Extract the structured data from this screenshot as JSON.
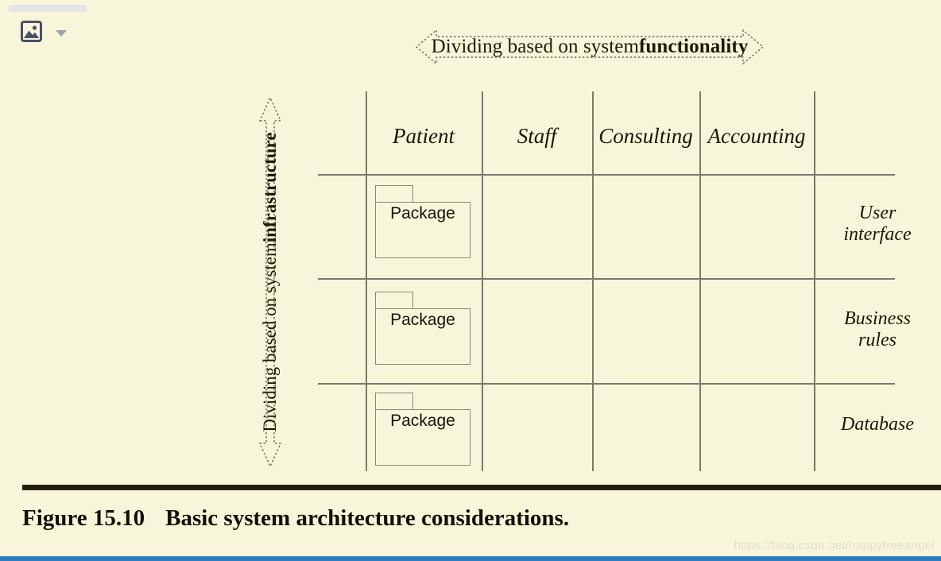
{
  "page": {
    "background_color": "#f8f6da",
    "footer_bar_color": "#2f7cc0",
    "rule_color": "#241f03",
    "grid_line_color": "#7c7a6c"
  },
  "chrome": {
    "image_icon_name": "image-placeholder-icon",
    "caret_icon_name": "chevron-down-icon"
  },
  "banners": {
    "horizontal": {
      "text_plain": "Dividing based on system functionality",
      "text_normal": "Dividing based on system ",
      "text_bold": "functionality"
    },
    "vertical": {
      "text_plain": "Dividing based on system infrastructure",
      "text_normal": "Dividing based on system ",
      "text_bold": "infrastructure"
    }
  },
  "matrix": {
    "columns": [
      {
        "label": "Patient"
      },
      {
        "label": "Staff"
      },
      {
        "label": "Consulting"
      },
      {
        "label": "Accounting"
      }
    ],
    "rows": [
      {
        "line1": "User",
        "line2": "interface"
      },
      {
        "line1": "Business",
        "line2": "rules"
      },
      {
        "line1": "Database",
        "line2": ""
      }
    ],
    "packages": [
      {
        "label": "Package"
      },
      {
        "label": "Package"
      },
      {
        "label": "Package"
      }
    ]
  },
  "caption": {
    "number": "Figure 15.10",
    "title": "Basic system architecture considerations."
  },
  "watermark": {
    "text": "https://blog.csdn.net/happyfreeangel"
  }
}
